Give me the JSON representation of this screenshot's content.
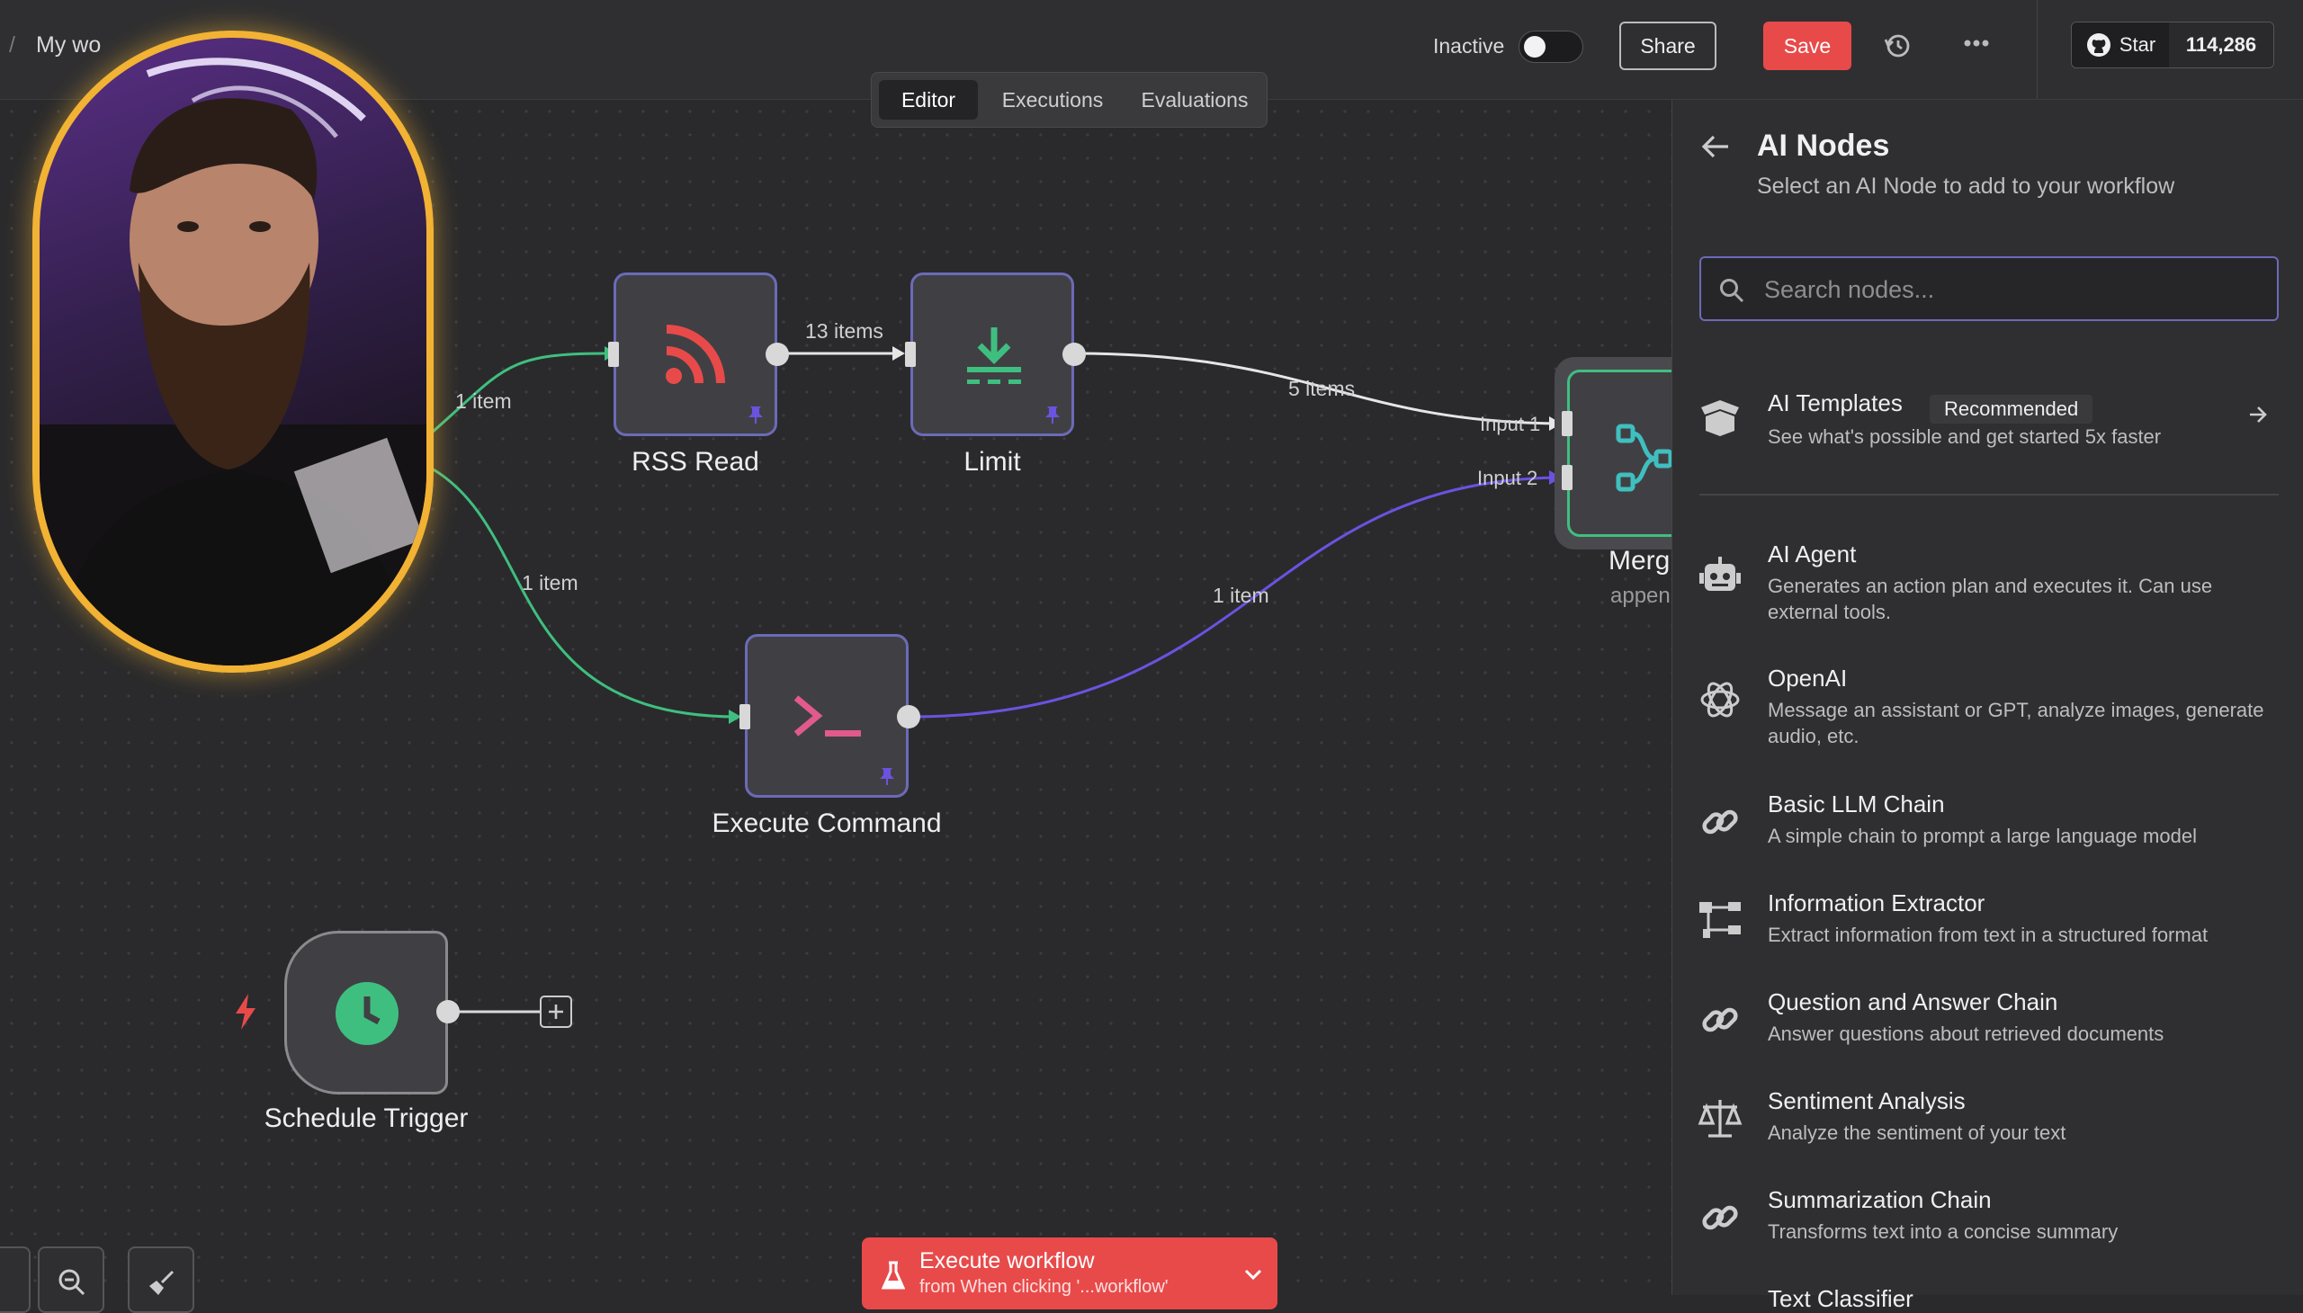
{
  "header": {
    "workflow_title": "My wo",
    "status_label": "Inactive",
    "share_label": "Share",
    "save_label": "Save",
    "github_star_label": "Star",
    "github_star_count": "114,286"
  },
  "tabs": [
    {
      "label": "Editor",
      "active": true
    },
    {
      "label": "Executions",
      "active": false
    },
    {
      "label": "Evaluations",
      "active": false
    }
  ],
  "nodes": {
    "rss_read": {
      "label": "RSS Read",
      "icon": "rss-icon"
    },
    "limit": {
      "label": "Limit",
      "icon": "download-icon"
    },
    "execute_command": {
      "label": "Execute Command",
      "icon": "terminal-icon"
    },
    "merge": {
      "label": "Merg",
      "subtitle": "appen",
      "icon": "merge-icon",
      "inputs": [
        "Input 1",
        "Input 2"
      ]
    },
    "schedule_trigger": {
      "label": "Schedule Trigger",
      "icon": "clock-icon"
    }
  },
  "edges": {
    "trigger_to_rss": "1 item",
    "rss_to_limit": "13 items",
    "limit_to_merge": "5 items",
    "trigger_to_exec": "1 item",
    "exec_to_merge": "1 item"
  },
  "panel": {
    "title": "AI Nodes",
    "subtitle": "Select an AI Node to add to your workflow",
    "search_placeholder": "Search nodes...",
    "templates": {
      "name": "AI Templates",
      "badge": "Recommended",
      "desc": "See what's possible and get started 5x faster"
    },
    "items": [
      {
        "name": "AI Agent",
        "desc": "Generates an action plan and executes it. Can use external tools.",
        "icon": "robot-icon"
      },
      {
        "name": "OpenAI",
        "desc": "Message an assistant or GPT, analyze images, generate audio, etc.",
        "icon": "openai-icon"
      },
      {
        "name": "Basic LLM Chain",
        "desc": "A simple chain to prompt a large language model",
        "icon": "link-icon"
      },
      {
        "name": "Information Extractor",
        "desc": "Extract information from text in a structured format",
        "icon": "tree-icon"
      },
      {
        "name": "Question and Answer Chain",
        "desc": "Answer questions about retrieved documents",
        "icon": "link-icon"
      },
      {
        "name": "Sentiment Analysis",
        "desc": "Analyze the sentiment of your text",
        "icon": "scale-icon"
      },
      {
        "name": "Summarization Chain",
        "desc": "Transforms text into a concise summary",
        "icon": "link-icon"
      },
      {
        "name": "Text Classifier",
        "desc": "",
        "icon": "tag-icon"
      }
    ]
  },
  "execute": {
    "label": "Execute workflow",
    "sublabel": "from When clicking '...workflow'"
  },
  "colors": {
    "accent_red": "#e84a4a",
    "node_border": "#6c6ab8",
    "edge_green": "#3fbf7f",
    "edge_purple": "#6c52e0",
    "webcam_border": "#f2b233"
  }
}
